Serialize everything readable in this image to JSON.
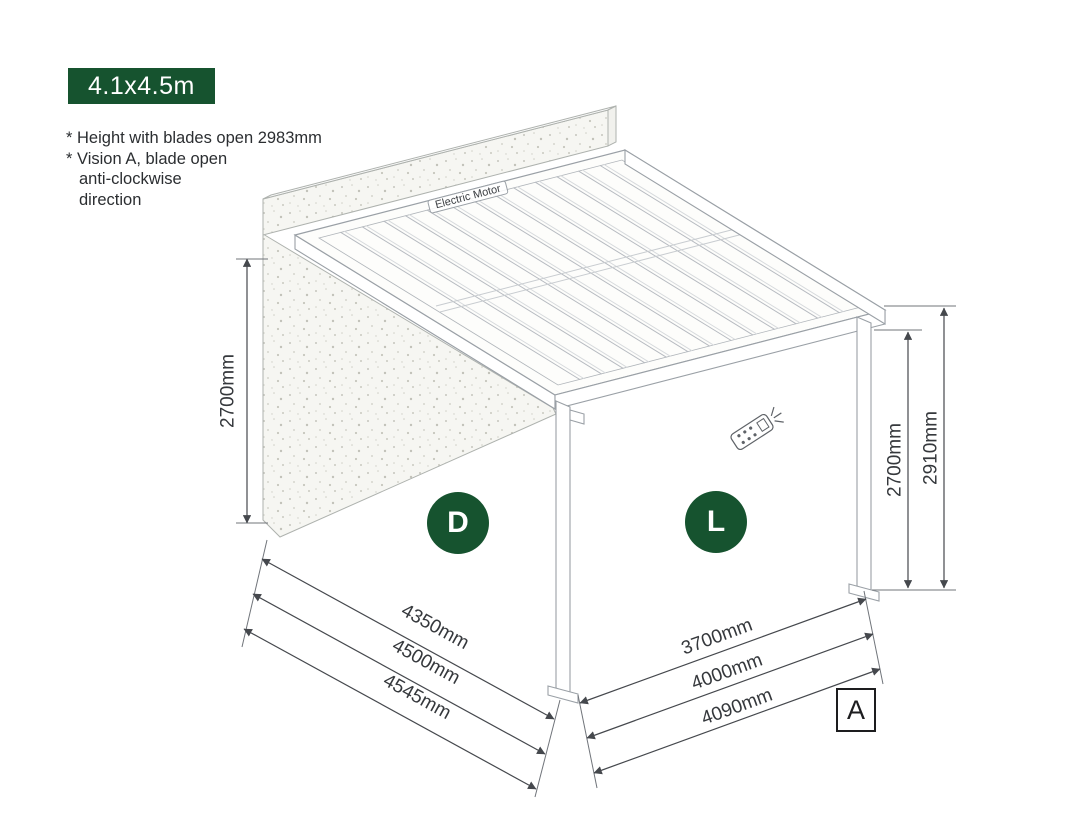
{
  "badge": {
    "size_label": "4.1x4.5m"
  },
  "notes": {
    "line1": "* Height with blades open 2983mm",
    "line2": "* Vision A, blade open",
    "line3": "anti-clockwise",
    "line4": "direction"
  },
  "diagram": {
    "motor_label": "Electric Motor",
    "zone_d": "D",
    "zone_l": "L",
    "vision_label": "A",
    "dimensions": {
      "wall_height": "2700mm",
      "post_height": "2700mm",
      "total_height": "2910mm",
      "depth": [
        "4350mm",
        "4500mm",
        "4545mm"
      ],
      "width": [
        "3700mm",
        "4000mm",
        "4090mm"
      ]
    }
  },
  "colors": {
    "accent_green": "#16532f",
    "line_gray": "#9aa0a6",
    "dimension_gray": "#45484d",
    "text_dark": "#35383c"
  }
}
